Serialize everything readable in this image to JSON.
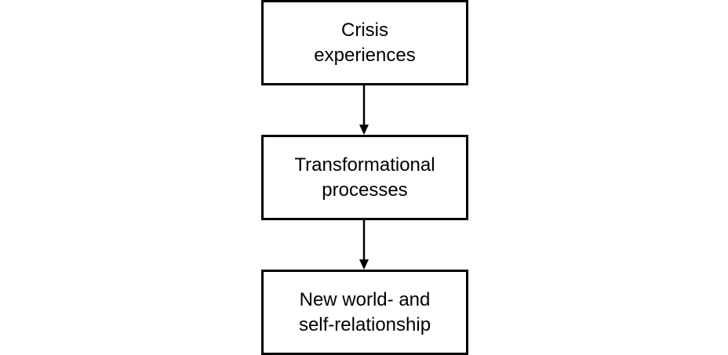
{
  "diagram": {
    "nodes": [
      {
        "line1": "Crisis",
        "line2": "experiences"
      },
      {
        "line1": "Transformational",
        "line2": "processes"
      },
      {
        "line1": "New world- and",
        "line2": "self-relationship"
      }
    ],
    "edges": [
      {
        "from": 0,
        "to": 1
      },
      {
        "from": 1,
        "to": 2
      }
    ],
    "colors": {
      "stroke": "#000000",
      "fill": "#ffffff",
      "text": "#000000"
    }
  }
}
